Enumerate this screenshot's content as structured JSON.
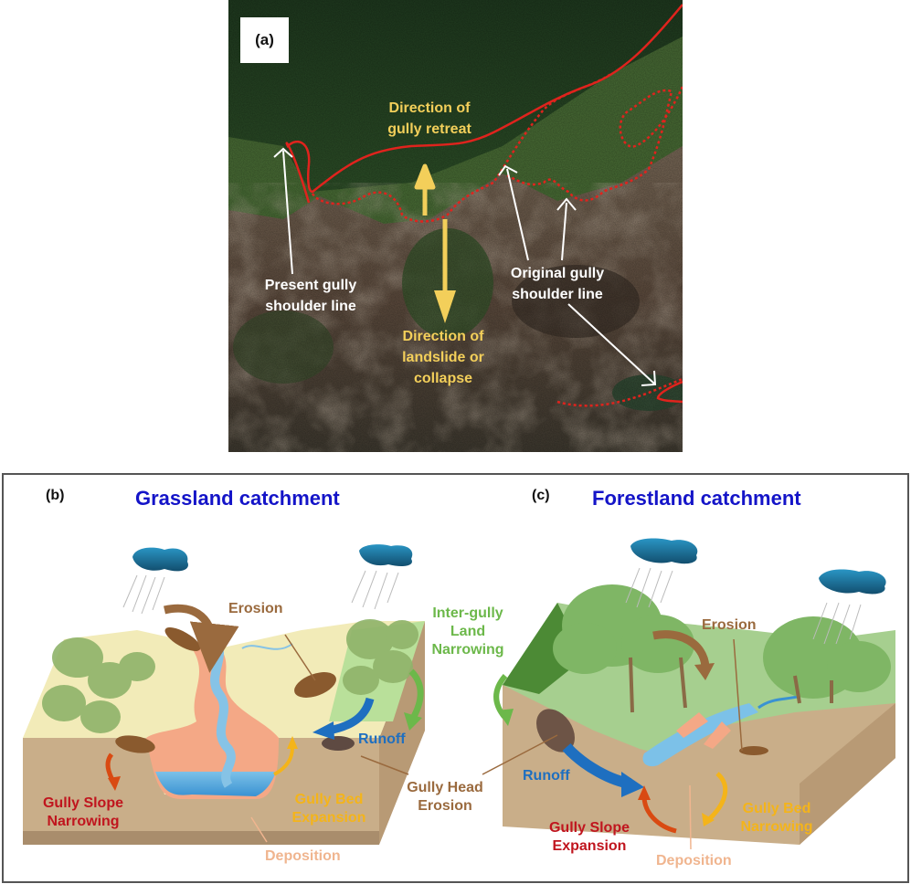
{
  "panel_a": {
    "label": "(a)",
    "annotations": {
      "gully_retreat": [
        "Direction of",
        "gully retreat"
      ],
      "landslide": [
        "Direction of",
        "landslide or",
        "collapse"
      ],
      "present_shoulder": [
        "Present gully",
        "shoulder line"
      ],
      "original_shoulder": [
        "Original gully",
        "shoulder line"
      ]
    },
    "colors": {
      "shoulder_line": "#e0231d",
      "arrow": "#f3cf5a",
      "pointer": "#ffffff"
    }
  },
  "panel_b": {
    "label": "(b)",
    "title": "Grassland catchment",
    "labels": {
      "erosion": "Erosion",
      "inter_gully": [
        "Inter-gully",
        "Land",
        "Narrowing"
      ],
      "runoff": "Runoff",
      "gully_head": [
        "Gully Head",
        "Erosion"
      ],
      "gully_bed": [
        "Gully Bed",
        "Expansion"
      ],
      "gully_slope": [
        "Gully Slope",
        "Narrowing"
      ],
      "deposition": "Deposition"
    }
  },
  "panel_c": {
    "label": "(c)",
    "title": "Forestland catchment",
    "labels": {
      "erosion": "Erosion",
      "runoff": "Runoff",
      "gully_bed": [
        "Gully Bed",
        "Narrowing"
      ],
      "gully_slope": [
        "Gully Slope",
        "Expansion"
      ],
      "deposition": "Deposition"
    }
  },
  "colors": {
    "title_blue": "#1414c8",
    "erosion_brown": "#9a6a3e",
    "inter_gully_green": "#6cb84a",
    "runoff_blue": "#1e6fc0",
    "slope_red": "#c0151e",
    "bed_orange": "#f4b41a",
    "deposition_peach": "#f0b58f",
    "cloud": "#1b7aa6"
  }
}
